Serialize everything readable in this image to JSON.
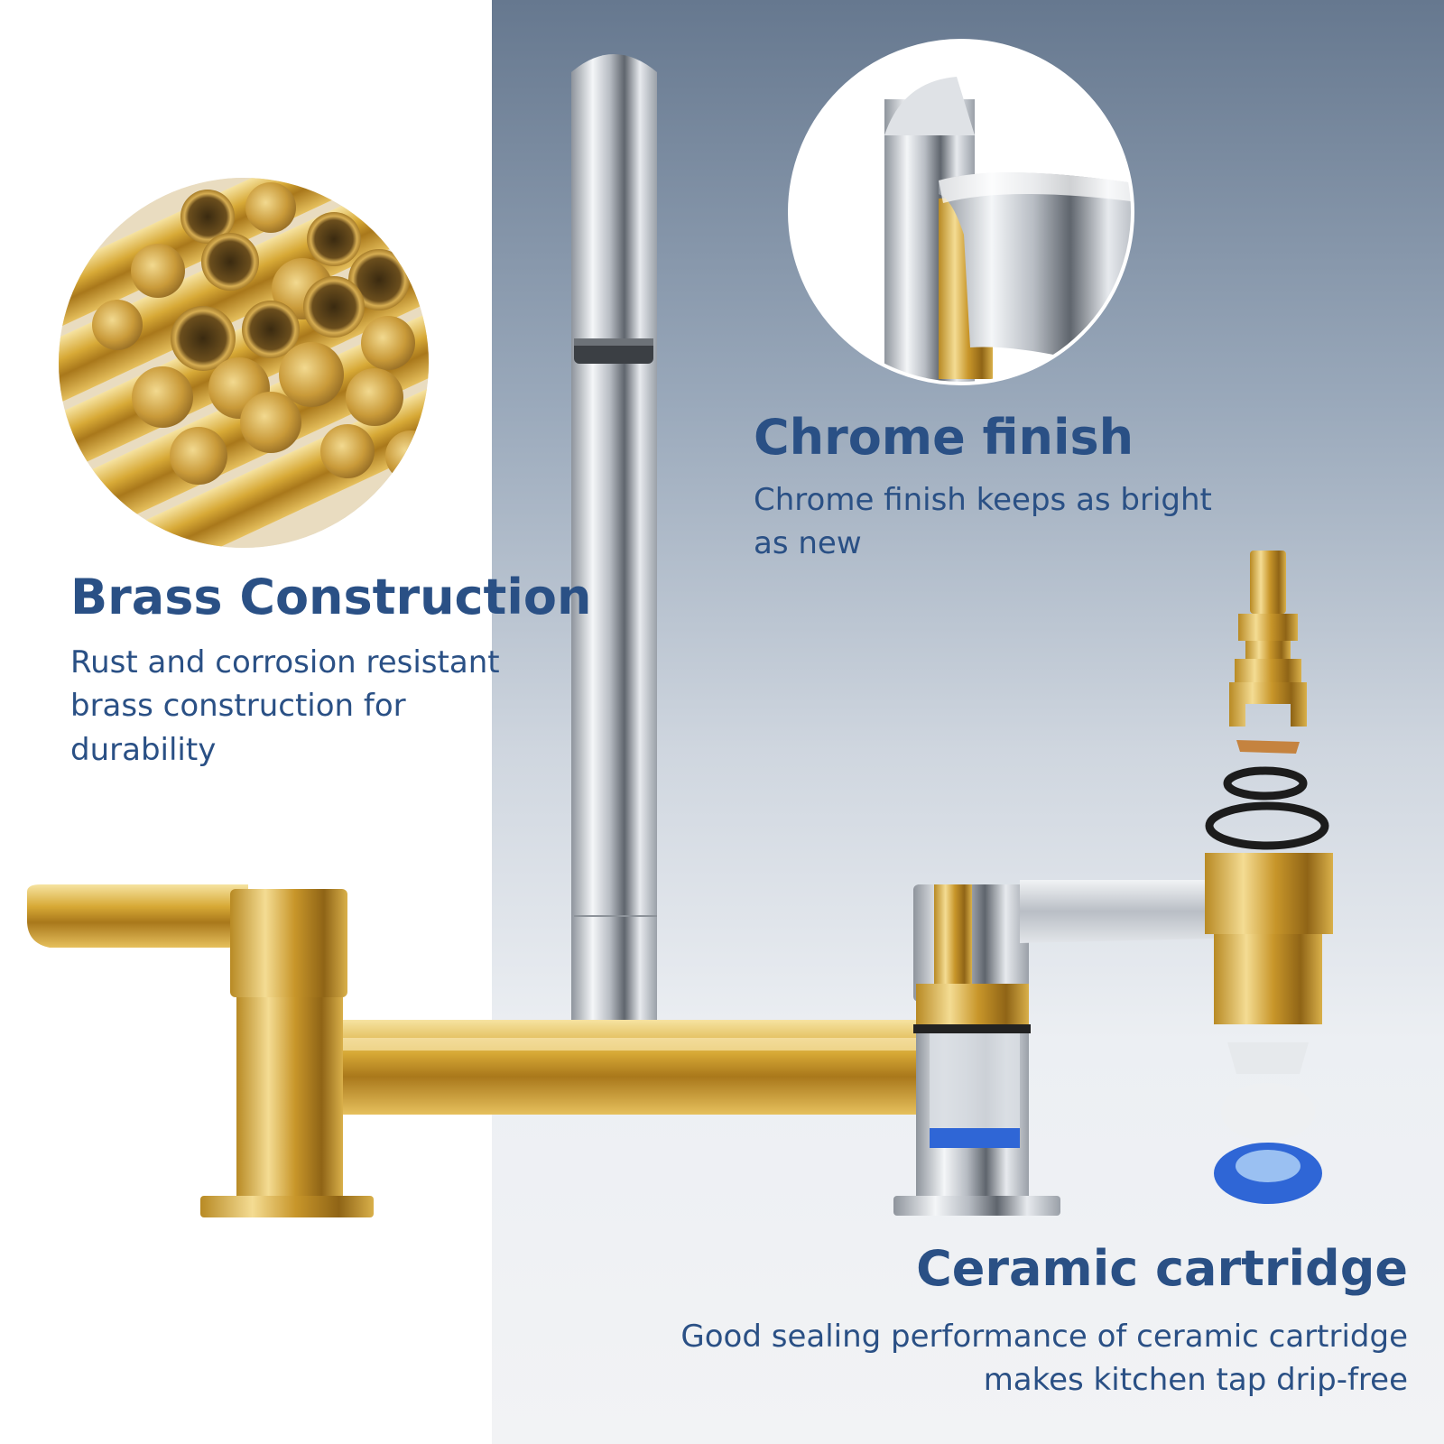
{
  "features": {
    "brass": {
      "title": "Brass Construction",
      "description": "Rust and corrosion resistant brass construction for durability"
    },
    "chrome": {
      "title": "Chrome finish",
      "description": "Chrome finish keeps as bright as new"
    },
    "ceramic": {
      "title": "Ceramic cartridge",
      "description": "Good sealing performance of ceramic cartridge makes kitchen tap drip-free"
    }
  },
  "colors": {
    "text": "#2a5085",
    "gold": "#d4a52d",
    "chrome": "#c9ccd2",
    "panel_top": "#66788f",
    "panel_bottom": "#f2f3f5"
  }
}
